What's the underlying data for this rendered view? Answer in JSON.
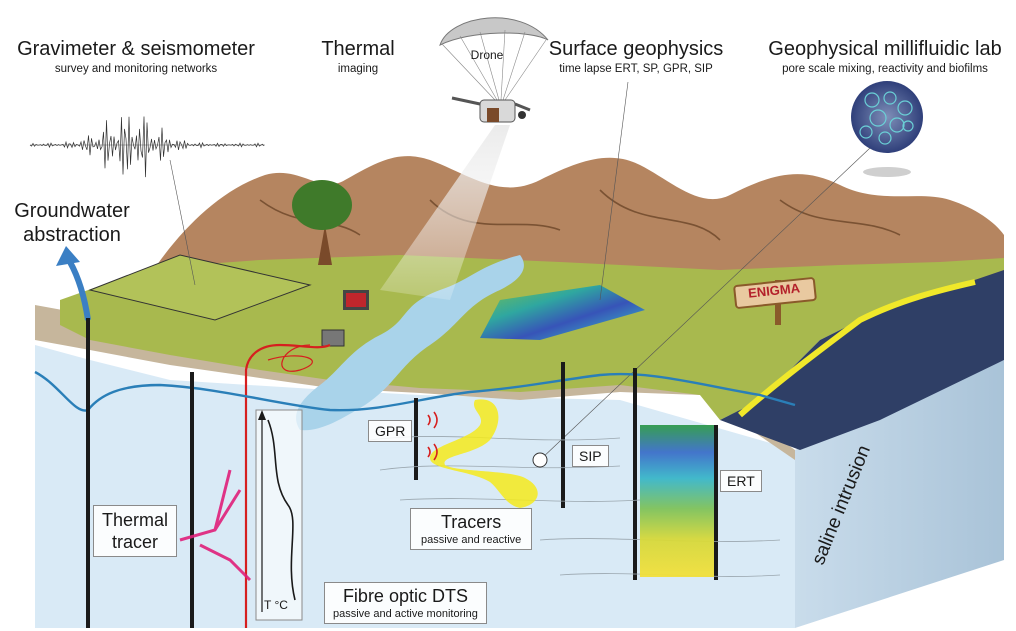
{
  "labels": {
    "gravimeter_title": "Gravimeter & seismometer",
    "gravimeter_sub": "survey and monitoring networks",
    "thermal_title": "Thermal",
    "thermal_sub": "imaging",
    "drone": "Drone",
    "surface_title": "Surface geophysics",
    "surface_sub": "time lapse ERT, SP, GPR, SIP",
    "millifluidic_title": "Geophysical millifluidic lab",
    "millifluidic_sub": "pore scale mixing, reactivity and biofilms",
    "groundwater_line1": "Groundwater",
    "groundwater_line2": "abstraction",
    "gpr": "GPR",
    "sip": "SIP",
    "ert": "ERT",
    "thermal_tracer_line1": "Thermal",
    "thermal_tracer_line2": "tracer",
    "tracers_title": "Tracers",
    "tracers_sub": "passive and reactive",
    "fibre_title": "Fibre optic DTS",
    "fibre_sub": "passive and active monitoring",
    "temp_axis": "T °C",
    "saline": "saline intrusion",
    "sign": "ENIGMA"
  },
  "colors": {
    "soil": "#b58560",
    "grass": "#a8b94e",
    "water": "#a9d3ea",
    "aquifer": "#d6e8f5",
    "tracer": "#f4ea1c",
    "saline": "#f0e82a",
    "fibre": "#d61f1f",
    "thermal_tracer": "#e0207a",
    "water_table": "#2a7fb8"
  }
}
